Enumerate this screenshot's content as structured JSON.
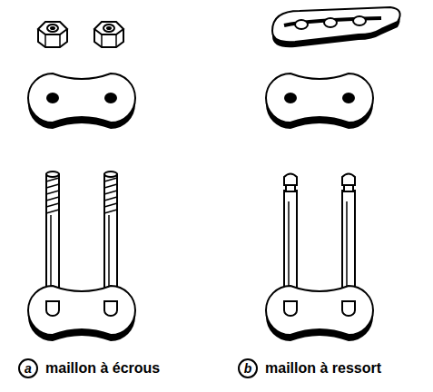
{
  "diagram": {
    "nodes": [
      {
        "text": [
          "a"
        ]
      },
      {
        "text": [
          "b"
        ]
      }
    ],
    "labels": [
      "maillon à écrous",
      "maillon à ressort"
    ]
  }
}
